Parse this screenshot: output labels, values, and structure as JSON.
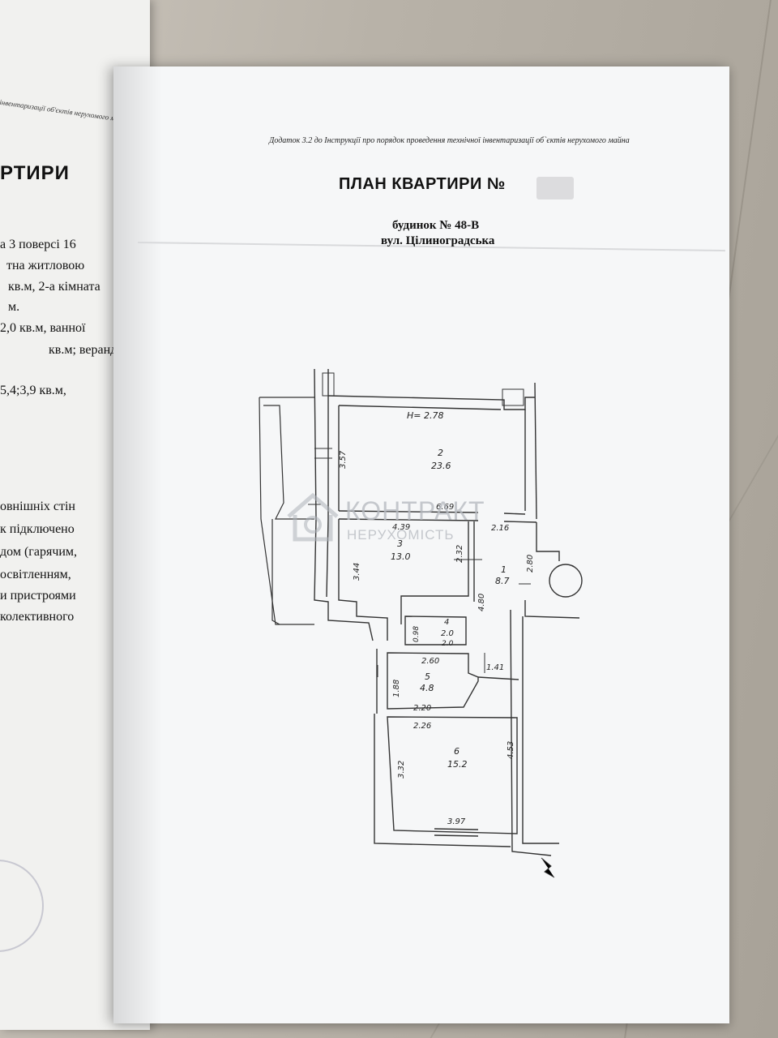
{
  "left_page": {
    "caption": "у інвентаризації об'єктів нерухомого майна",
    "title": "РТИРИ",
    "lines": [
      "а 3 поверсі 16",
      "тна житловою",
      "кв.м, 2-а кімната",
      "м.",
      "2,0 кв.м, ванної",
      "кв.м; веранди",
      "5,4;3,9     кв.м,",
      "овнішніх стін",
      "к підключено",
      "дом (гарячим,",
      "освітленням,",
      "и пристроями",
      "колективного"
    ]
  },
  "document": {
    "appendix": "Додаток 3.2 до Інструкції про порядок проведення технічної інвентаризації об`єктів нерухомого майна",
    "title": "ПЛАН КВАРТИРИ №",
    "house": "будинок № 48-В",
    "street": "вул. Цілиноградська"
  },
  "watermark": {
    "line1": "КОНТРАКТ",
    "line2": "НЕРУХОМІСТЬ"
  },
  "plan": {
    "ceiling_height": "H= 2.78",
    "rooms": [
      {
        "id": "room-2",
        "number": "2",
        "area": "23.6"
      },
      {
        "id": "room-3",
        "number": "3",
        "area": "13.0"
      },
      {
        "id": "room-1",
        "number": "1",
        "area": "8.7"
      },
      {
        "id": "room-4",
        "number": "4",
        "area": "2.0"
      },
      {
        "id": "room-5",
        "number": "5",
        "area": "4.8"
      },
      {
        "id": "room-6",
        "number": "6",
        "area": "15.2"
      }
    ],
    "dimensions": {
      "d357": "3.57",
      "d669": "6.69",
      "d439": "4.39",
      "d216": "2.16",
      "d344": "3.44",
      "d232": "2.32",
      "d280": "2.80",
      "d480": "4.80",
      "d098": "0.98",
      "d20": "2.0",
      "d260": "2.60",
      "d141": "1.41",
      "d188": "1.88",
      "d220": "2.20",
      "d226": "2.26",
      "d453": "4.53",
      "d332": "3.32",
      "d397": "3.97"
    }
  }
}
